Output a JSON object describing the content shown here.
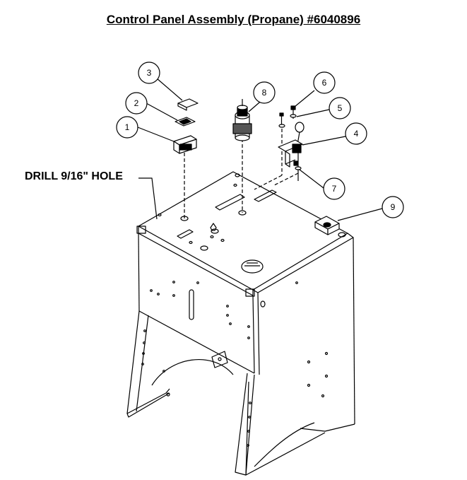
{
  "title": "Control Panel Assembly (Propane) #6040896",
  "drill_note": "DRILL 9/16\" HOLE",
  "callouts": [
    {
      "id": "c1",
      "label": "1"
    },
    {
      "id": "c2",
      "label": "2"
    },
    {
      "id": "c3",
      "label": "3"
    },
    {
      "id": "c4",
      "label": "4"
    },
    {
      "id": "c5",
      "label": "5"
    },
    {
      "id": "c6",
      "label": "6"
    },
    {
      "id": "c7",
      "label": "7"
    },
    {
      "id": "c8",
      "label": "8"
    },
    {
      "id": "c9",
      "label": "9"
    }
  ]
}
